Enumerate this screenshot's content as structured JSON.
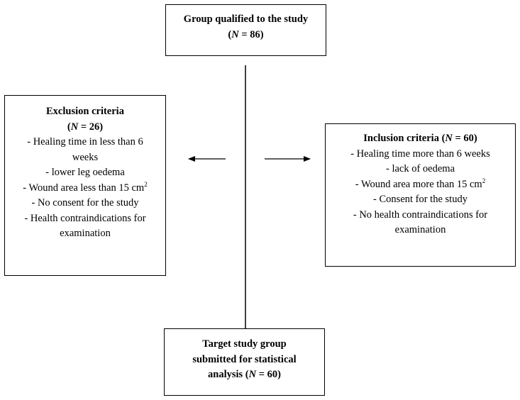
{
  "top_box": {
    "line1": "Group qualified to the study",
    "n_open": "(",
    "n_var": "N",
    "n_rest": " = 86)"
  },
  "exclusion_box": {
    "title": "Exclusion criteria",
    "n_open": "(",
    "n_var": "N",
    "n_rest": " = 26)",
    "items": [
      "- Healing time in less than 6 weeks",
      "- lower leg oedema",
      "- Wound area less than 15 cm",
      "- No consent for the study",
      "- Health contraindications for examination"
    ],
    "wound_area_sup": "2"
  },
  "inclusion_box": {
    "title_pre": "Inclusion criteria (",
    "n_var": "N",
    "title_post": " = 60)",
    "items": [
      "- Healing time more than 6 weeks",
      "- lack of oedema",
      "- Wound area more than 15 cm",
      "- Consent for the study",
      "- No health contraindications for",
      "examination"
    ],
    "wound_area_sup": "2"
  },
  "target_box": {
    "line1": "Target study group",
    "line2": "submitted for statistical",
    "line3_pre": "analysis (",
    "n_var": "N",
    "line3_post": " = 60)"
  }
}
